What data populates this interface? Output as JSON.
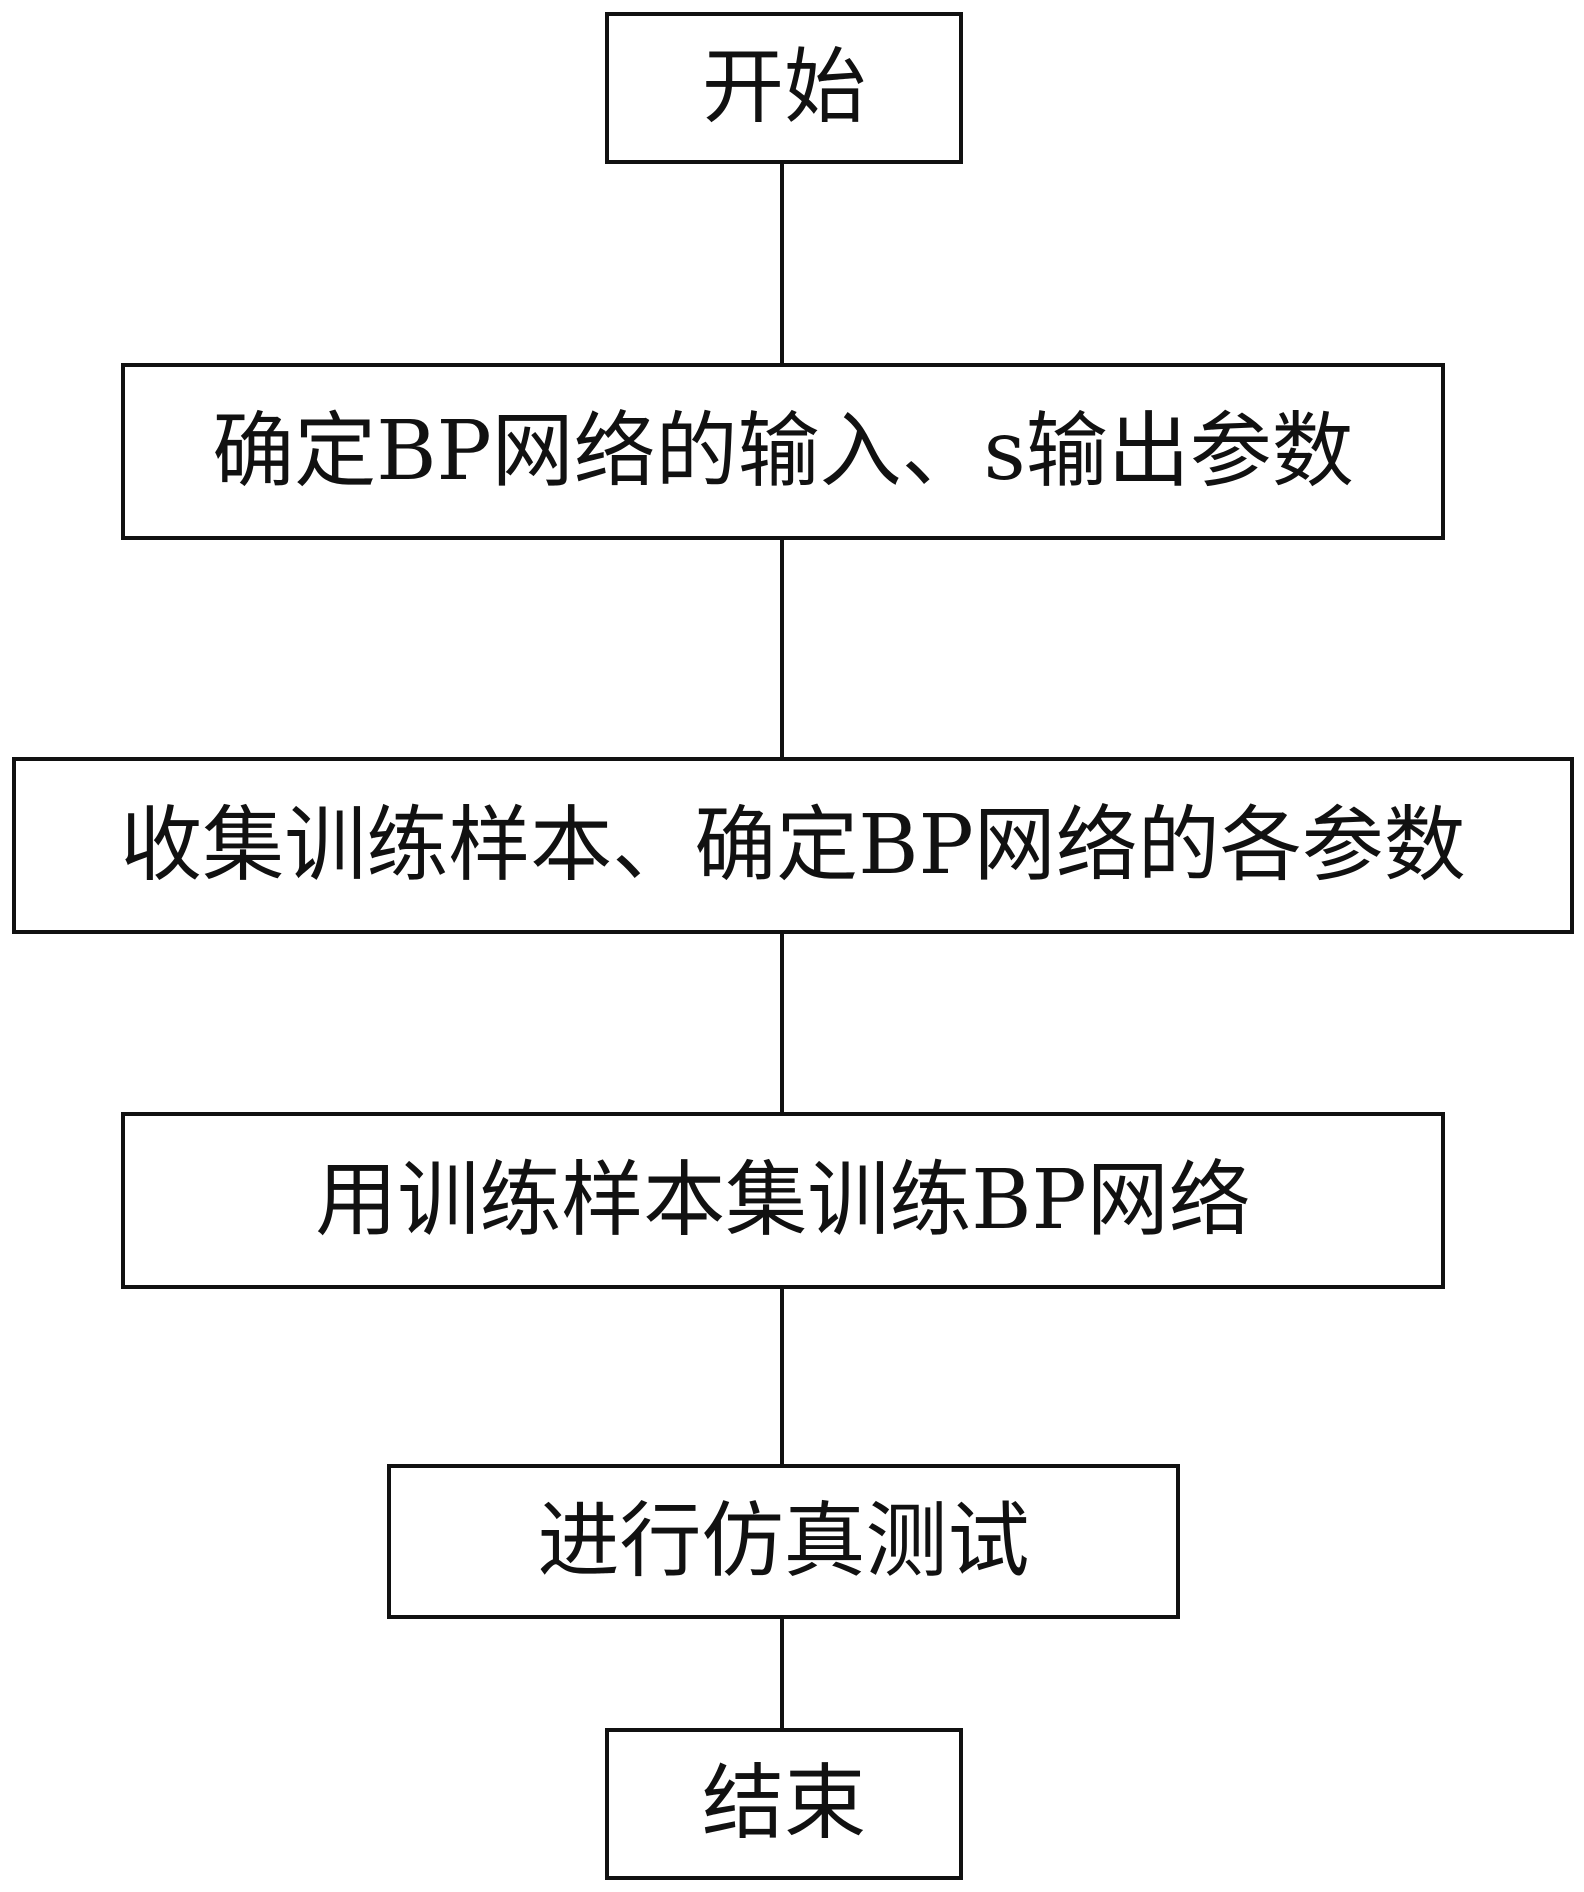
{
  "flowchart": {
    "start": "开始",
    "steps": [
      "确定BP网络的输入、s输出参数",
      "收集训练样本、确定BP网络的各参数",
      "用训练样本集训练BP网络",
      "进行仿真测试"
    ],
    "end": "结束"
  }
}
